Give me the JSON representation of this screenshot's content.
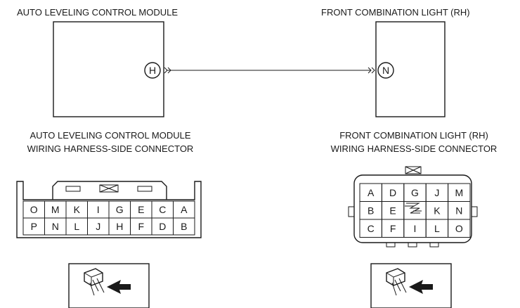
{
  "diagram": {
    "module_title": "AUTO LEVELING CONTROL MODULE",
    "light_title": "FRONT COMBINATION LIGHT (RH)",
    "module_terminal": "H",
    "light_terminal": "N",
    "module_connector_title": [
      "AUTO LEVELING CONTROL MODULE",
      "WIRING HARNESS-SIDE CONNECTOR"
    ],
    "light_connector_title": [
      "FRONT COMBINATION LIGHT (RH)",
      "WIRING HARNESS-SIDE CONNECTOR"
    ],
    "module_connector_rows": [
      [
        "O",
        "M",
        "K",
        "I",
        "G",
        "E",
        "C",
        "A"
      ],
      [
        "P",
        "N",
        "L",
        "J",
        "H",
        "F",
        "D",
        "B"
      ]
    ],
    "light_connector_rows": [
      [
        "A",
        "D",
        "G",
        "J",
        "M"
      ],
      [
        "B",
        "E",
        "",
        "K",
        "N"
      ],
      [
        "C",
        "F",
        "I",
        "L",
        "O"
      ]
    ],
    "icons": [
      "terminal-probe-icon",
      "terminal-probe-icon"
    ]
  }
}
